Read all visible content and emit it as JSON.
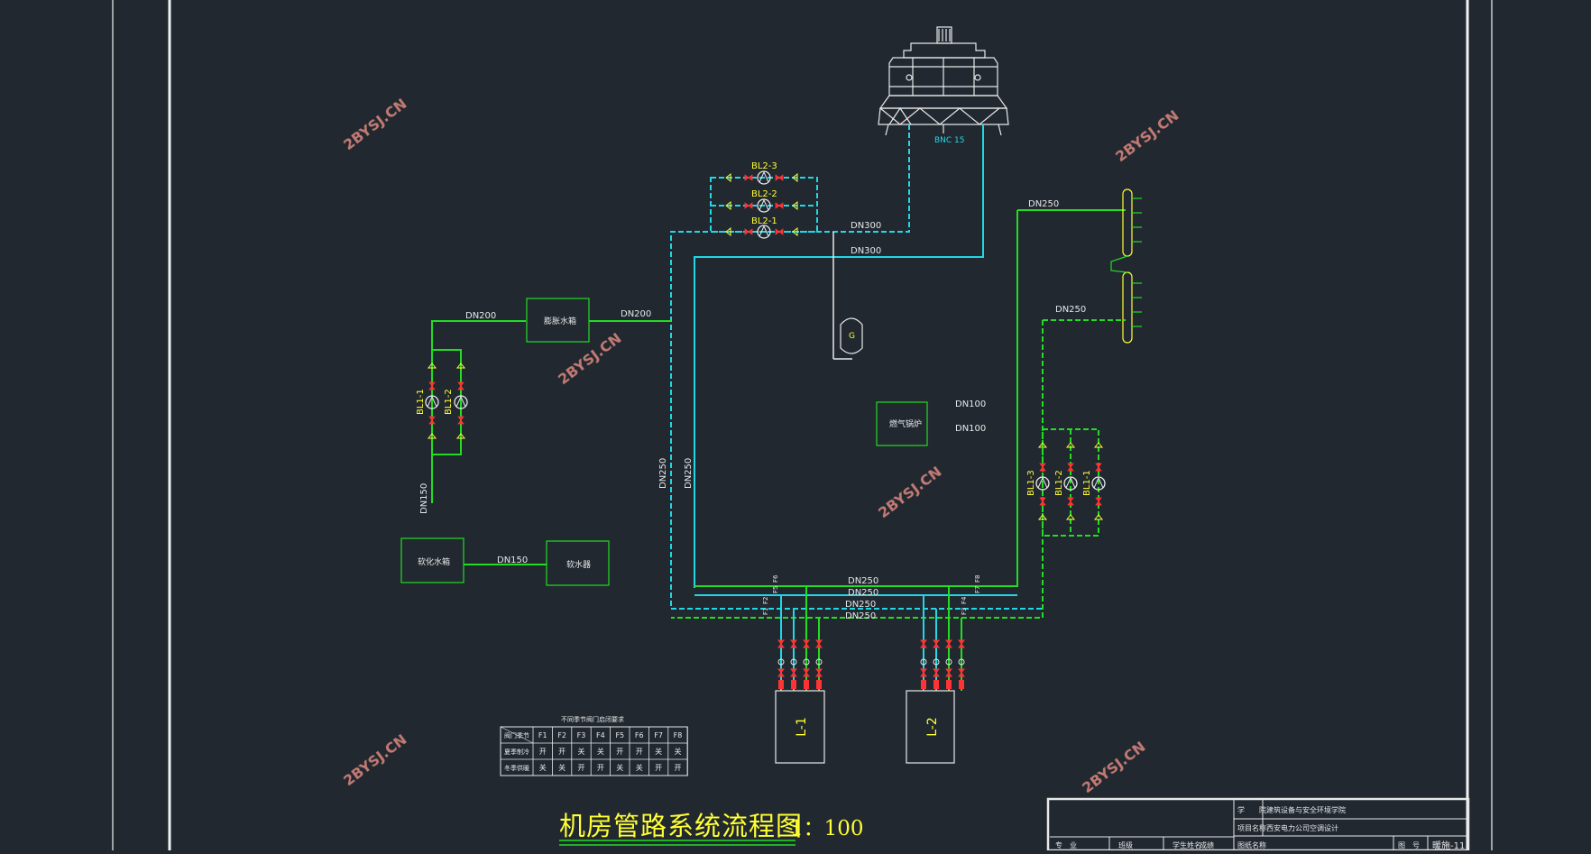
{
  "title": "机房管路系统流程图",
  "scale": "1：100",
  "watermark": "2BYSJ.CN",
  "colors": {
    "bg": "#212830",
    "green": "#22dd22",
    "cyan": "#22d7e6",
    "yellow": "#ffff33",
    "white": "#e8e8e8",
    "red": "#ff3333"
  },
  "equipment": {
    "cooling_tower_label": "BNC 15",
    "expansion_tank": "膨胀水箱",
    "softened_tank": "软化水箱",
    "softener": "软水器",
    "gas_boiler": "燃气锅炉",
    "separator": "G",
    "unit_1": "L-1",
    "unit_2": "L-2"
  },
  "pumps": {
    "bl2": [
      "BL2-3",
      "BL2-2",
      "BL2-1"
    ],
    "bl1_left": [
      "BL1-1",
      "BL1-2"
    ],
    "bl1_right": [
      "BL1-3",
      "BL1-2",
      "BL1-1"
    ]
  },
  "pipe_labels": {
    "dn300_a": "DN300",
    "dn300_b": "DN300",
    "dn250_top": "DN250",
    "dn250_mid": "DN250",
    "dn200_a": "DN200",
    "dn200_b": "DN200",
    "dn100_a": "DN100",
    "dn100_b": "DN100",
    "dn150_v": "DN150",
    "dn150_h": "DN150",
    "dn250_v1": "DN250",
    "dn250_v2": "DN250",
    "dn250_h1": "DN250",
    "dn250_h2": "DN250",
    "dn250_h3": "DN250",
    "dn250_h4": "DN250"
  },
  "valve_tags": [
    "F1",
    "F2",
    "F3",
    "F4",
    "F5",
    "F6",
    "F7",
    "F8"
  ],
  "valve_table": {
    "caption": "不同季节阀门启闭要求",
    "corner": "阀门季节",
    "columns": [
      "F1",
      "F2",
      "F3",
      "F4",
      "F5",
      "F6",
      "F7",
      "F8"
    ],
    "rows": [
      {
        "label": "夏季制冷",
        "values": [
          "开",
          "开",
          "关",
          "关",
          "开",
          "开",
          "关",
          "关"
        ]
      },
      {
        "label": "冬季供暖",
        "values": [
          "关",
          "关",
          "开",
          "开",
          "关",
          "关",
          "开",
          "开"
        ]
      }
    ]
  },
  "title_block": {
    "school_label": "学　　院",
    "school_value": "建筑设备与安全环境学院",
    "project_label": "项目名称",
    "project_value": "西安电力公司空调设计",
    "row3": [
      "专　业",
      "班级",
      "学生姓名",
      "成绩"
    ],
    "sheet_label": "图纸名称",
    "page_label": "图　号",
    "page_value": "暖施-11"
  }
}
